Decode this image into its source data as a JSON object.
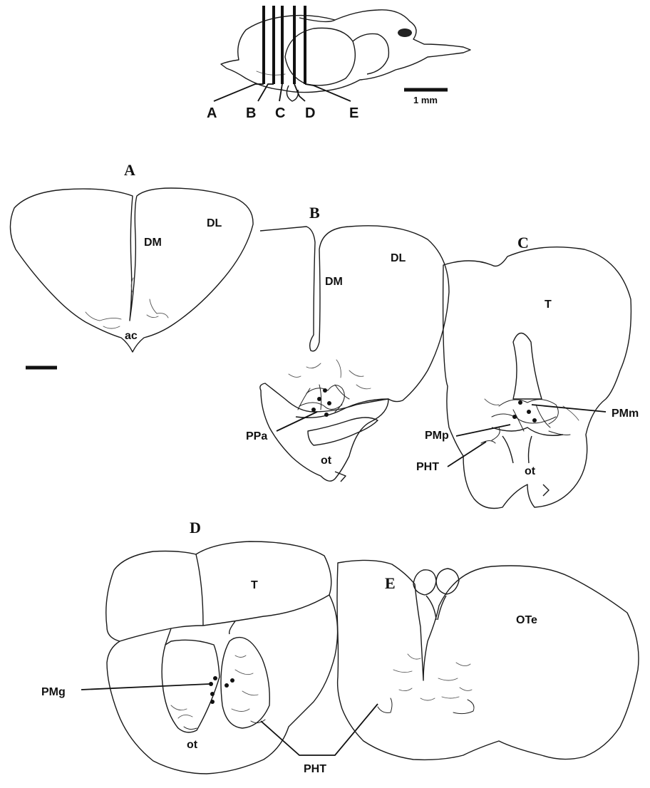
{
  "brain_overview": {
    "section_letters": [
      "A",
      "B",
      "C",
      "D",
      "E"
    ],
    "scale_bar_label": "1 mm"
  },
  "panels": {
    "A": {
      "letter": "A",
      "labels": {
        "dm": "DM",
        "dl": "DL",
        "ac": "ac"
      }
    },
    "B": {
      "letter": "B",
      "labels": {
        "dm": "DM",
        "dl": "DL",
        "ppa": "PPa",
        "ot": "ot"
      }
    },
    "C": {
      "letter": "C",
      "labels": {
        "t": "T",
        "pmm": "PMm",
        "pmp": "PMp",
        "pht": "PHT",
        "ot": "ot"
      }
    },
    "D": {
      "letter": "D",
      "labels": {
        "t": "T",
        "pmg": "PMg",
        "ot": "ot"
      }
    },
    "E": {
      "letter": "E",
      "labels": {
        "ote": "OTe"
      }
    },
    "shared_label_pht": "PHT"
  }
}
